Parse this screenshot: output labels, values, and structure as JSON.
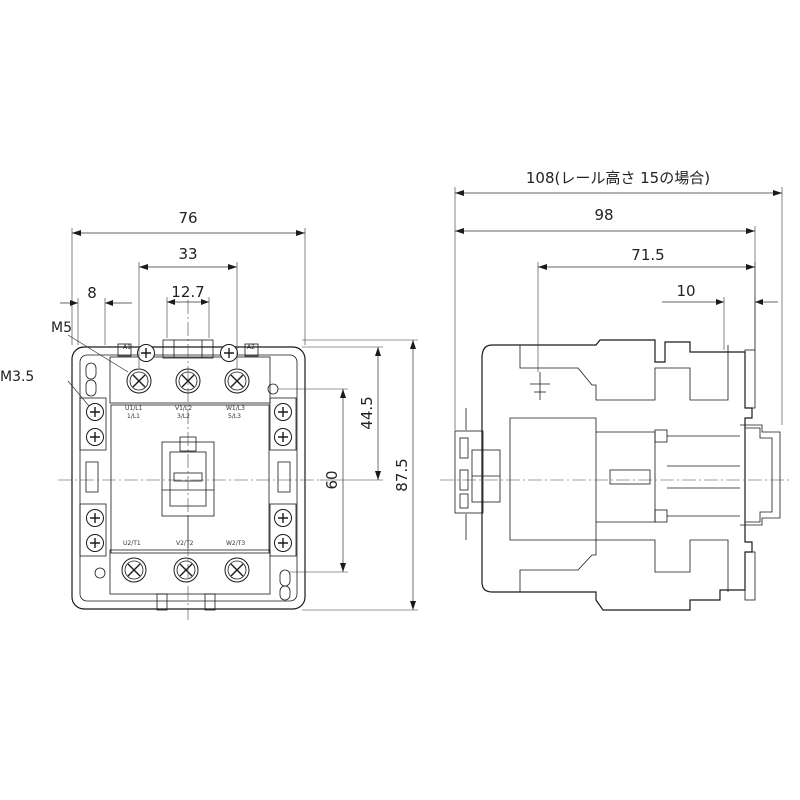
{
  "front_view": {
    "dimensions": {
      "overall_width": "76",
      "terminal_pitch_outer": "33",
      "terminal_pitch": "12.7",
      "mount_offset": "8",
      "height_upper": "44.5",
      "mount_hole_pitch": "60",
      "overall_height": "87.5"
    },
    "callouts": {
      "main_screw": "M5",
      "aux_screw": "M3.5"
    },
    "terminal_marks": {
      "top": [
        "U1/L1",
        "V1/L2",
        "W1/L3"
      ],
      "top_sub": [
        "1/L1",
        "3/L2",
        "5/L3"
      ],
      "bottom": [
        "U2/T1",
        "V2/T2",
        "W2/T3"
      ],
      "coil_left": "A1",
      "coil_right": "A2"
    }
  },
  "side_view": {
    "dimensions": {
      "overall_depth_on_rail": "108(レール高さ 15の場合)",
      "overall_depth": "98",
      "mount_depth": "71.5",
      "rail_offset": "10"
    }
  }
}
